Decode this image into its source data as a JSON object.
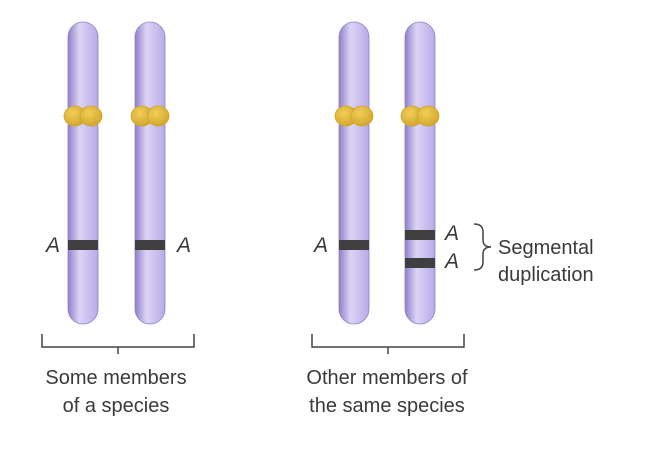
{
  "colors": {
    "chromosome": "#b7aae6",
    "chromosome_highlight": "#dcd4f6",
    "chromosome_shadow": "#8f80c8",
    "centromere": "#d2a42a",
    "centromere_highlight": "#f0cf5a",
    "band": "#3f3f3f",
    "bracket": "#444444",
    "text": "#3a3a3a"
  },
  "groups": [
    {
      "caption_line1": "Some members",
      "caption_line2": "of a species",
      "chromosomes": [
        {
          "gene_labels": [
            "A"
          ],
          "label_side": "left",
          "bands": 1
        },
        {
          "gene_labels": [
            "A"
          ],
          "label_side": "right",
          "bands": 1
        }
      ]
    },
    {
      "caption_line1": "Other members of",
      "caption_line2": "the same species",
      "chromosomes": [
        {
          "gene_labels": [
            "A"
          ],
          "label_side": "left",
          "bands": 1
        },
        {
          "gene_labels": [
            "A",
            "A"
          ],
          "label_side": "right",
          "bands": 2
        }
      ]
    }
  ],
  "annotation": {
    "line1": "Segmental",
    "line2": "duplication"
  }
}
